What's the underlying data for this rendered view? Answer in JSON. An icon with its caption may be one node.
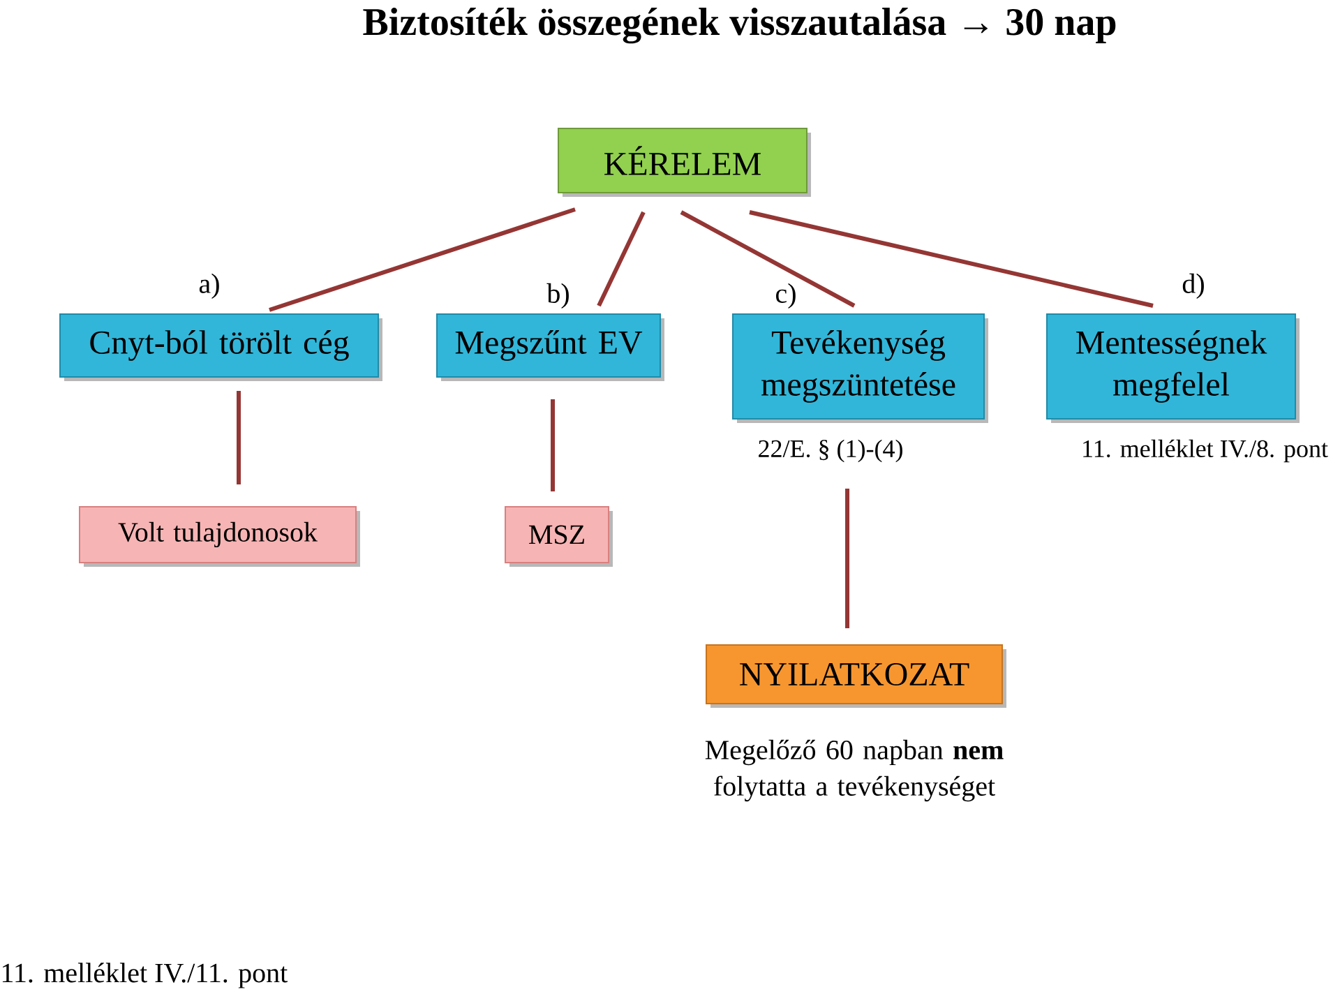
{
  "diagram": {
    "title": "Biztosíték összegének visszautalása → 30 nap",
    "nodes": [
      {
        "text": [
          "KÉRELEM"
        ]
      },
      {
        "text": [
          "Cnyt-ból törölt cég"
        ],
        "beside": [
          "a)"
        ]
      },
      {
        "text": [
          "Megszűnt EV"
        ],
        "beside": [
          "b)"
        ]
      },
      {
        "text": [
          "Tevékenység megszüntetése"
        ],
        "beside": [
          "c)",
          "22/E. § (1)-(4)"
        ]
      },
      {
        "text": [
          "Mentességnek megfelel"
        ],
        "beside": [
          "d)",
          "11. melléklet IV./8. pont"
        ]
      },
      {
        "text": [
          "Volt tulajdonosok"
        ]
      },
      {
        "text": [
          "MSZ"
        ]
      },
      {
        "text": [
          "NYILATKOZAT"
        ],
        "beside": [
          "Megelőző 60 napban **nem** folytatta a tevékenységet"
        ]
      }
    ],
    "edges": [
      {
        "from": 0,
        "to": 1,
        "arrow": "none"
      },
      {
        "from": 0,
        "to": 2,
        "arrow": "none"
      },
      {
        "from": 0,
        "to": 3,
        "arrow": "none"
      },
      {
        "from": 0,
        "to": 4,
        "arrow": "none"
      },
      {
        "from": 1,
        "to": 5,
        "arrow": "none"
      },
      {
        "from": 2,
        "to": 6,
        "arrow": "none"
      },
      {
        "from": 3,
        "to": 7,
        "arrow": "none"
      }
    ],
    "labels": [
      "11. melléklet IV./11. pont"
    ]
  }
}
